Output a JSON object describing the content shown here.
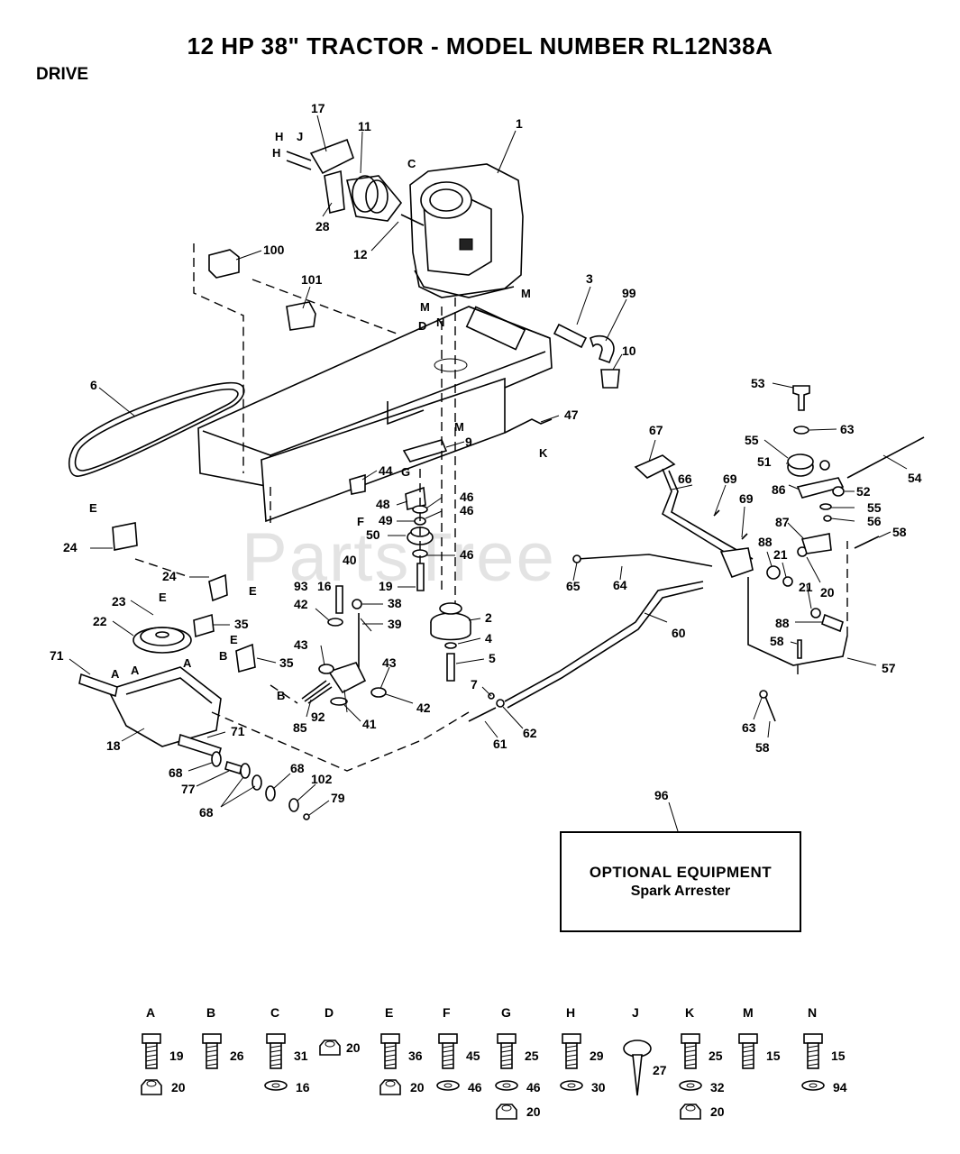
{
  "title": "12 HP 38\" TRACTOR - MODEL NUMBER RL12N38A",
  "section": "DRIVE",
  "watermark": "PartsTree",
  "optional_box": {
    "callout": "96",
    "heading": "OPTIONAL EQUIPMENT",
    "subheading": "Spark Arrester"
  },
  "callouts": {
    "c1": "1",
    "c3": "3",
    "c99": "99",
    "c10": "10",
    "c17": "17",
    "c11": "11",
    "c28": "28",
    "c12": "12",
    "c100": "100",
    "c101": "101",
    "c6": "6",
    "c9": "9",
    "c47": "47",
    "c44": "44",
    "c48": "48",
    "c46a": "46",
    "c46b": "46",
    "c49": "49",
    "c50": "50",
    "c46c": "46",
    "c19": "19",
    "c40": "40",
    "c93": "93",
    "c16": "16",
    "c38": "38",
    "c42a": "42",
    "c39": "39",
    "c43a": "43",
    "c43b": "43",
    "c42b": "42",
    "c85": "85",
    "c92": "92",
    "c41": "41",
    "c2": "2",
    "c4": "4",
    "c5": "5",
    "c7": "7",
    "c61": "61",
    "c62": "62",
    "c60": "60",
    "c24a": "24",
    "c24b": "24",
    "c23": "23",
    "c22": "22",
    "c35a": "35",
    "c35b": "35",
    "c71a": "71",
    "c71b": "71",
    "c18": "18",
    "c68a": "68",
    "c77": "77",
    "c68b": "68",
    "c68c": "68",
    "c102": "102",
    "c79": "79",
    "c67": "67",
    "c66": "66",
    "c69a": "69",
    "c69b": "69",
    "c65": "65",
    "c64": "64",
    "c88a": "88",
    "c21a": "21",
    "c21b": "21",
    "c20": "20",
    "c88b": "88",
    "c58a": "58",
    "c57": "57",
    "c63a": "63",
    "c58b": "58",
    "c53": "53",
    "c63b": "63",
    "c55a": "55",
    "c51": "51",
    "c86": "86",
    "c52": "52",
    "c54": "54",
    "c55b": "55",
    "c56": "56",
    "c87": "87",
    "c58c": "58"
  },
  "letters": {
    "H1": "H",
    "H2": "H",
    "J": "J",
    "C": "C",
    "M1": "M",
    "N": "N",
    "M2": "M",
    "D": "D",
    "M3": "M",
    "G": "G",
    "F": "F",
    "K": "K",
    "E1": "E",
    "E2": "E",
    "E3": "E",
    "E4": "E",
    "B1": "B",
    "B2": "B",
    "A1": "A",
    "A2": "A",
    "A3": "A"
  },
  "hardware_key": [
    {
      "letter": "A",
      "top": "19",
      "bottom": [
        "20"
      ]
    },
    {
      "letter": "B",
      "top": "26",
      "bottom": []
    },
    {
      "letter": "C",
      "top": "31",
      "bottom": [
        "16"
      ]
    },
    {
      "letter": "D",
      "top": "20",
      "bottom": []
    },
    {
      "letter": "E",
      "top": "36",
      "bottom": [
        "20"
      ]
    },
    {
      "letter": "F",
      "top": "45",
      "bottom": [
        "46"
      ]
    },
    {
      "letter": "G",
      "top": "25",
      "bottom": [
        "46",
        "20"
      ]
    },
    {
      "letter": "H",
      "top": "29",
      "bottom": [
        "30"
      ]
    },
    {
      "letter": "J",
      "top": "27",
      "bottom": []
    },
    {
      "letter": "K",
      "top": "25",
      "bottom": [
        "32",
        "20"
      ]
    },
    {
      "letter": "M",
      "top": "15",
      "bottom": []
    },
    {
      "letter": "N",
      "top": "15",
      "bottom": [
        "94"
      ]
    }
  ]
}
